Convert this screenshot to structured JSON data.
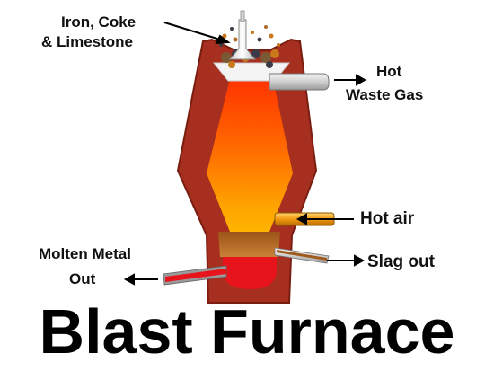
{
  "title": "Blast Furnace",
  "labels": {
    "input_line1": "Iron, Coke",
    "input_line2": "& Limestone",
    "waste_line1": "Hot",
    "waste_line2": "Waste Gas",
    "hot_air": "Hot air",
    "slag": "Slag out",
    "metal_line1": "Molten Metal",
    "metal_line2": "Out"
  },
  "colors": {
    "brick": "#a62f1f",
    "brick_edge": "#7a1e12",
    "molten_top": "#ff3a00",
    "molten_mid": "#ff6f00",
    "molten_low": "#ffb000",
    "slag": "#b86a1e",
    "metal": "#e8141c",
    "pipe": "#d8d8d8",
    "hot_air_pipe": "#f2a51c"
  }
}
